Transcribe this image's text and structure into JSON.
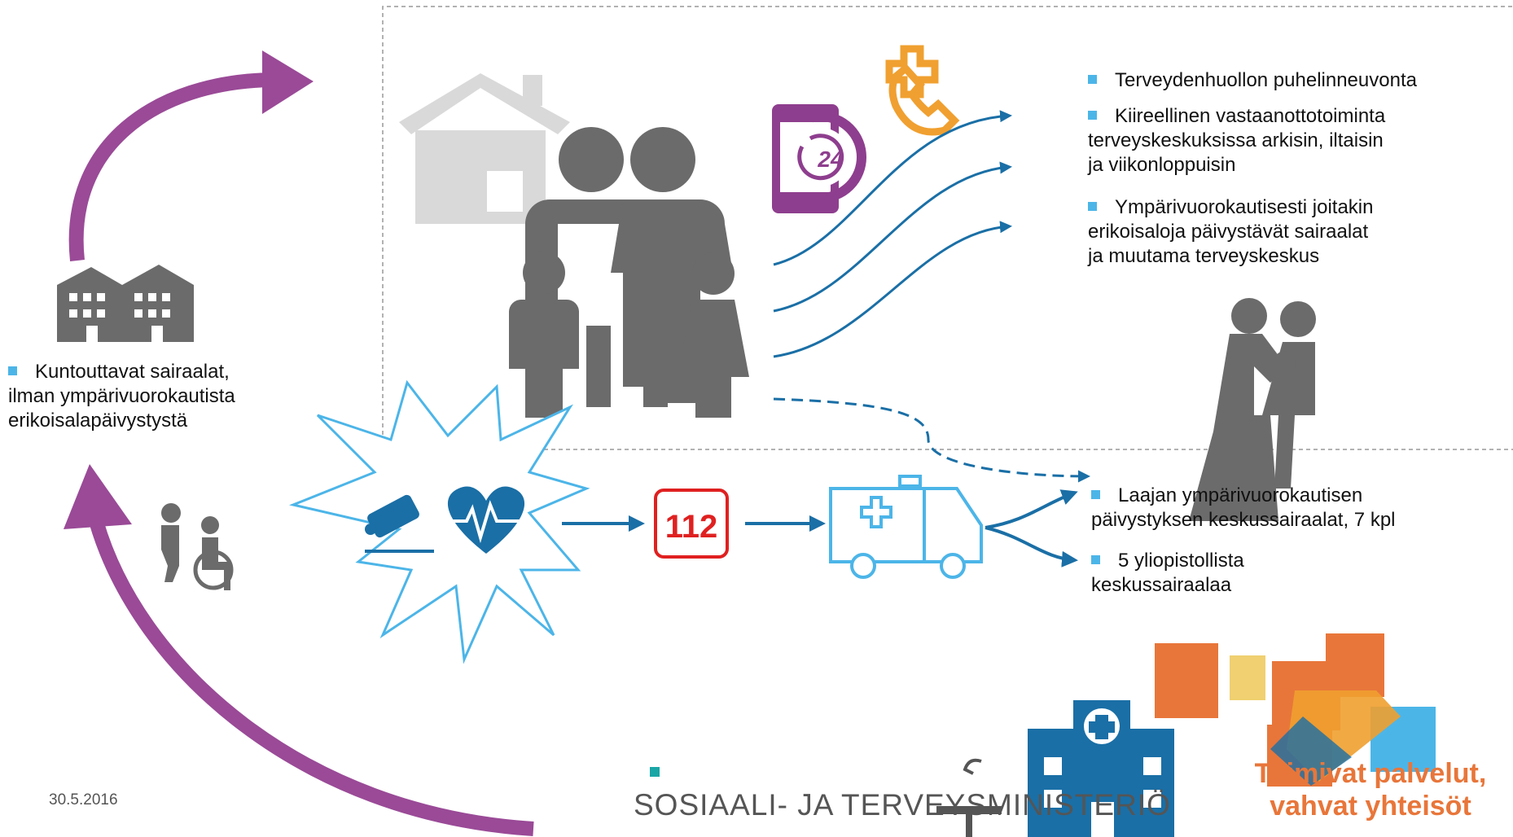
{
  "primary_care": {
    "items": [
      [
        "Terveydenhuollon puhelinneuvonta"
      ],
      [
        "Kiireellinen vastaanottotoiminta",
        "terveyskeskuksissa arkisin, iltaisin",
        "ja viikonloppuisin"
      ],
      [
        "Ympärivuorokautisesti joitakin",
        "erikoisaloja päivystävät  sairaalat",
        "ja muutama terveyskeskus"
      ]
    ]
  },
  "rehab": {
    "lines": [
      "Kuntouttavat sairaalat,",
      "ilman ympärivuorokautista",
      "erikoisalapäivystystä"
    ]
  },
  "emergency": {
    "number": "112",
    "hospitals": [
      [
        "Laajan ympärivuorokautisen",
        "päivystyksen keskussairaalat, 7 kpl"
      ],
      [
        "5 yliopistollista",
        "keskussairaalaa"
      ]
    ]
  },
  "clock_badge": "24",
  "footer": {
    "date": "30.5.2016",
    "brand": "SOSIAALI- JA TERVEYSMINISTERIÖ",
    "slogan": [
      "Toimivat palvelut,",
      "vahvat yhteisöt"
    ]
  },
  "colors": {
    "purple": "#9a4a97",
    "blue": "#1a6fa6",
    "lightblue": "#4cb5e8",
    "gray": "#6b6b6b",
    "red": "#e02020",
    "orange": "#e8763a"
  }
}
